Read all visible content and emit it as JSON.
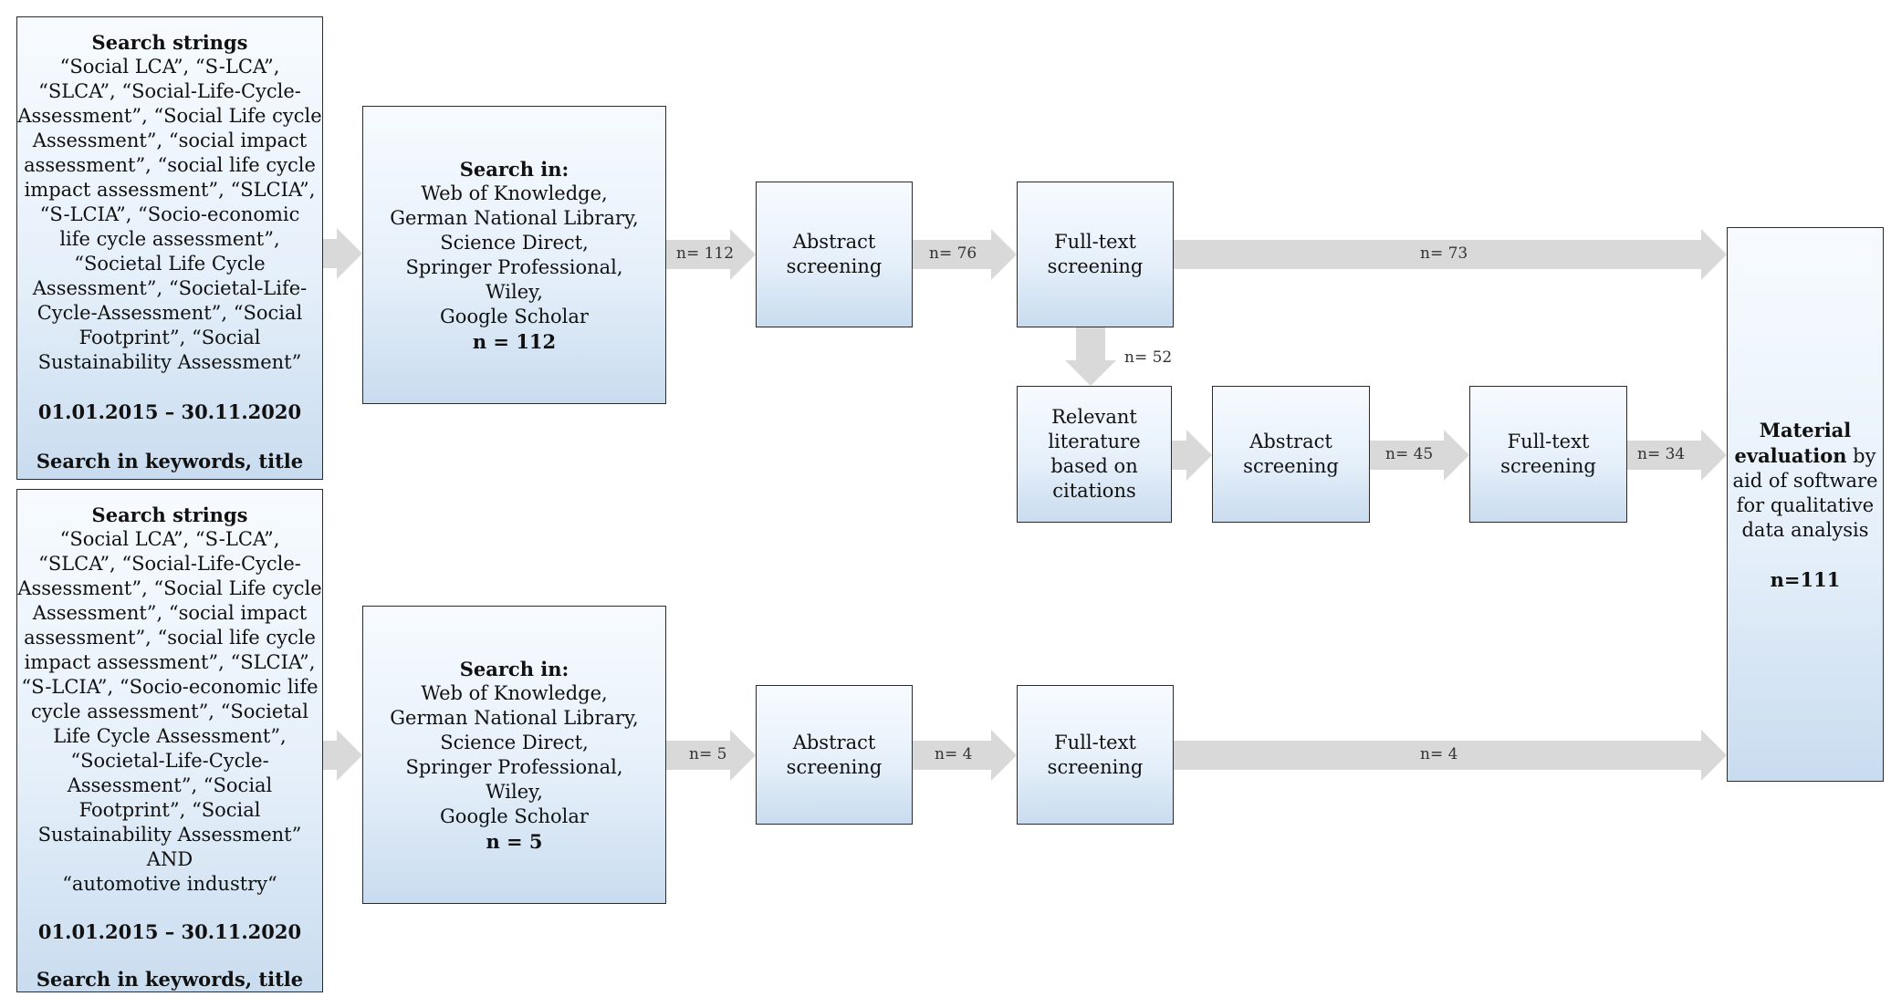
{
  "query_top": {
    "heading": "Search strings",
    "lines": [
      "“Social LCA”, “S-LCA”,",
      "“SLCA”, “Social-Life-Cycle-",
      "Assessment”, “Social Life cycle",
      "Assessment”, “social impact",
      "assessment”, “social life cycle",
      "impact assessment”, “SLCIA”,",
      "“S-LCIA”, “Socio-economic",
      "life cycle assessment”,",
      "“Societal Life Cycle",
      "Assessment”, “Societal-Life-",
      "Cycle-Assessment”, “Social",
      "Footprint”, “Social",
      "Sustainability Assessment”"
    ],
    "date": "01.01.2015 – 30.11.2020",
    "scope": "Search in keywords, title"
  },
  "query_bottom": {
    "heading": "Search strings",
    "lines": [
      "“Social LCA”, “S-LCA”,",
      "“SLCA”, “Social-Life-Cycle-",
      "Assessment”, “Social Life cycle",
      "Assessment”, “social impact",
      "assessment”, “social life cycle",
      "impact assessment”, “SLCIA”,",
      "“S-LCIA”, “Socio-economic life",
      "cycle assessment”, “Societal",
      "Life Cycle Assessment”,",
      "“Societal-Life-Cycle-",
      "Assessment”, “Social",
      "Footprint”, “Social",
      "Sustainability Assessment”",
      "AND",
      "“automotive industry“"
    ],
    "date": "01.01.2015 – 30.11.2020",
    "scope": "Search in keywords, title"
  },
  "search_top": {
    "heading": "Search in:",
    "lines": [
      "Web of Knowledge,",
      "German National Library,",
      "Science Direct,",
      "Springer Professional,",
      "Wiley,",
      "Google Scholar"
    ],
    "count": "n = 112"
  },
  "search_bottom": {
    "heading": "Search in:",
    "lines": [
      "Web of Knowledge,",
      "German National Library,",
      "Science Direct,",
      "Springer Professional,",
      "Wiley,",
      "Google Scholar"
    ],
    "count": "n = 5"
  },
  "boxes": {
    "abstract_top": [
      "Abstract",
      "screening"
    ],
    "fulltext_top": [
      "Full-text",
      "screening"
    ],
    "relevant": [
      "Relevant",
      "literature",
      "based on",
      "citations"
    ],
    "abstract_mid": [
      "Abstract",
      "screening"
    ],
    "fulltext_mid": [
      "Full-text",
      "screening"
    ],
    "abstract_bottom": [
      "Abstract",
      "screening"
    ],
    "fulltext_bottom": [
      "Full-text",
      "screening"
    ]
  },
  "final": {
    "title_bold": "Material",
    "title_bold2": "evaluation",
    "title_rest": " by",
    "lines": [
      "aid of software",
      "for qualitative",
      "data analysis"
    ],
    "count": "n=111"
  },
  "labels": {
    "search_to_abstract_top": "n= 112",
    "abstract_to_fulltext_top": "n= 76",
    "fulltext_top_to_final": "n= 73",
    "fulltext_top_down": "n= 52",
    "abstract_mid_to_fulltext_mid": "n= 45",
    "fulltext_mid_to_final": "n= 34",
    "search_to_abstract_bottom": "n= 5",
    "abstract_to_fulltext_bottom": "n= 4",
    "fulltext_bottom_to_final": "n= 4"
  }
}
